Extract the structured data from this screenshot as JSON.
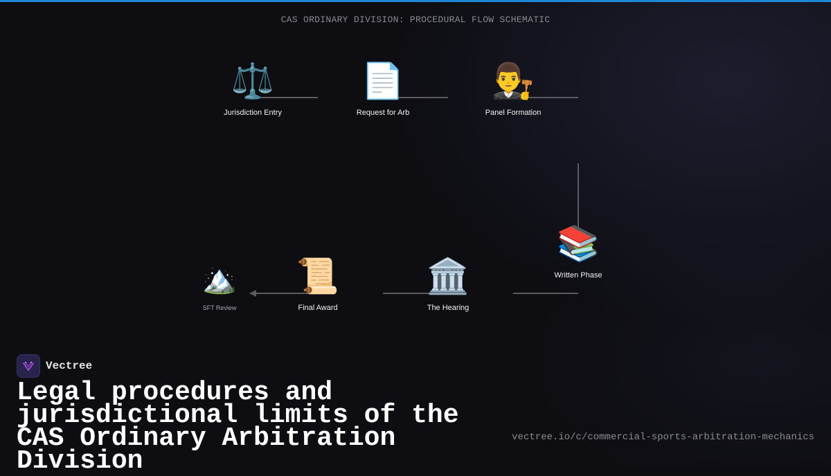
{
  "diagram": {
    "title": "CAS ORDINARY DIVISION: PROCEDURAL FLOW SCHEMATIC",
    "nodes": [
      {
        "id": "jurisdiction",
        "icon": "⚖️",
        "icon_name": "scales-icon",
        "label": "Jurisdiction Entry"
      },
      {
        "id": "request",
        "icon": "📄",
        "icon_name": "document-icon",
        "label": "Request for Arb"
      },
      {
        "id": "panel",
        "icon": "👨‍⚖️",
        "icon_name": "judge-icon",
        "label": "Panel Formation"
      },
      {
        "id": "written",
        "icon": "📚",
        "icon_name": "books-icon",
        "label": "Written Phase"
      },
      {
        "id": "hearing",
        "icon": "🏛️",
        "icon_name": "courthouse-icon",
        "label": "The Hearing"
      },
      {
        "id": "award",
        "icon": "📜",
        "icon_name": "scroll-icon",
        "label": "Final Award"
      },
      {
        "id": "sft",
        "icon": "🏔️",
        "icon_name": "mountain-icon",
        "label": "SFT Review"
      }
    ],
    "edges": [
      {
        "from": "jurisdiction",
        "to": "request"
      },
      {
        "from": "request",
        "to": "panel"
      },
      {
        "from": "panel",
        "to": "written"
      },
      {
        "from": "written",
        "to": "hearing"
      },
      {
        "from": "hearing",
        "to": "award"
      },
      {
        "from": "award",
        "to": "sft",
        "arrow": true
      }
    ]
  },
  "brand": {
    "name": "Vectree"
  },
  "headline": "Legal procedures and jurisdictional limits of the CAS Ordinary Arbitration Division",
  "url": "vectree.io/c/commercial-sports-arbitration-mechanics",
  "colors": {
    "background": "#0d0d12",
    "accent_bar": "#1e88d6",
    "connector": "#5a5a60",
    "logo_bg": "#27234a",
    "logo_mark": "#a64de0"
  }
}
